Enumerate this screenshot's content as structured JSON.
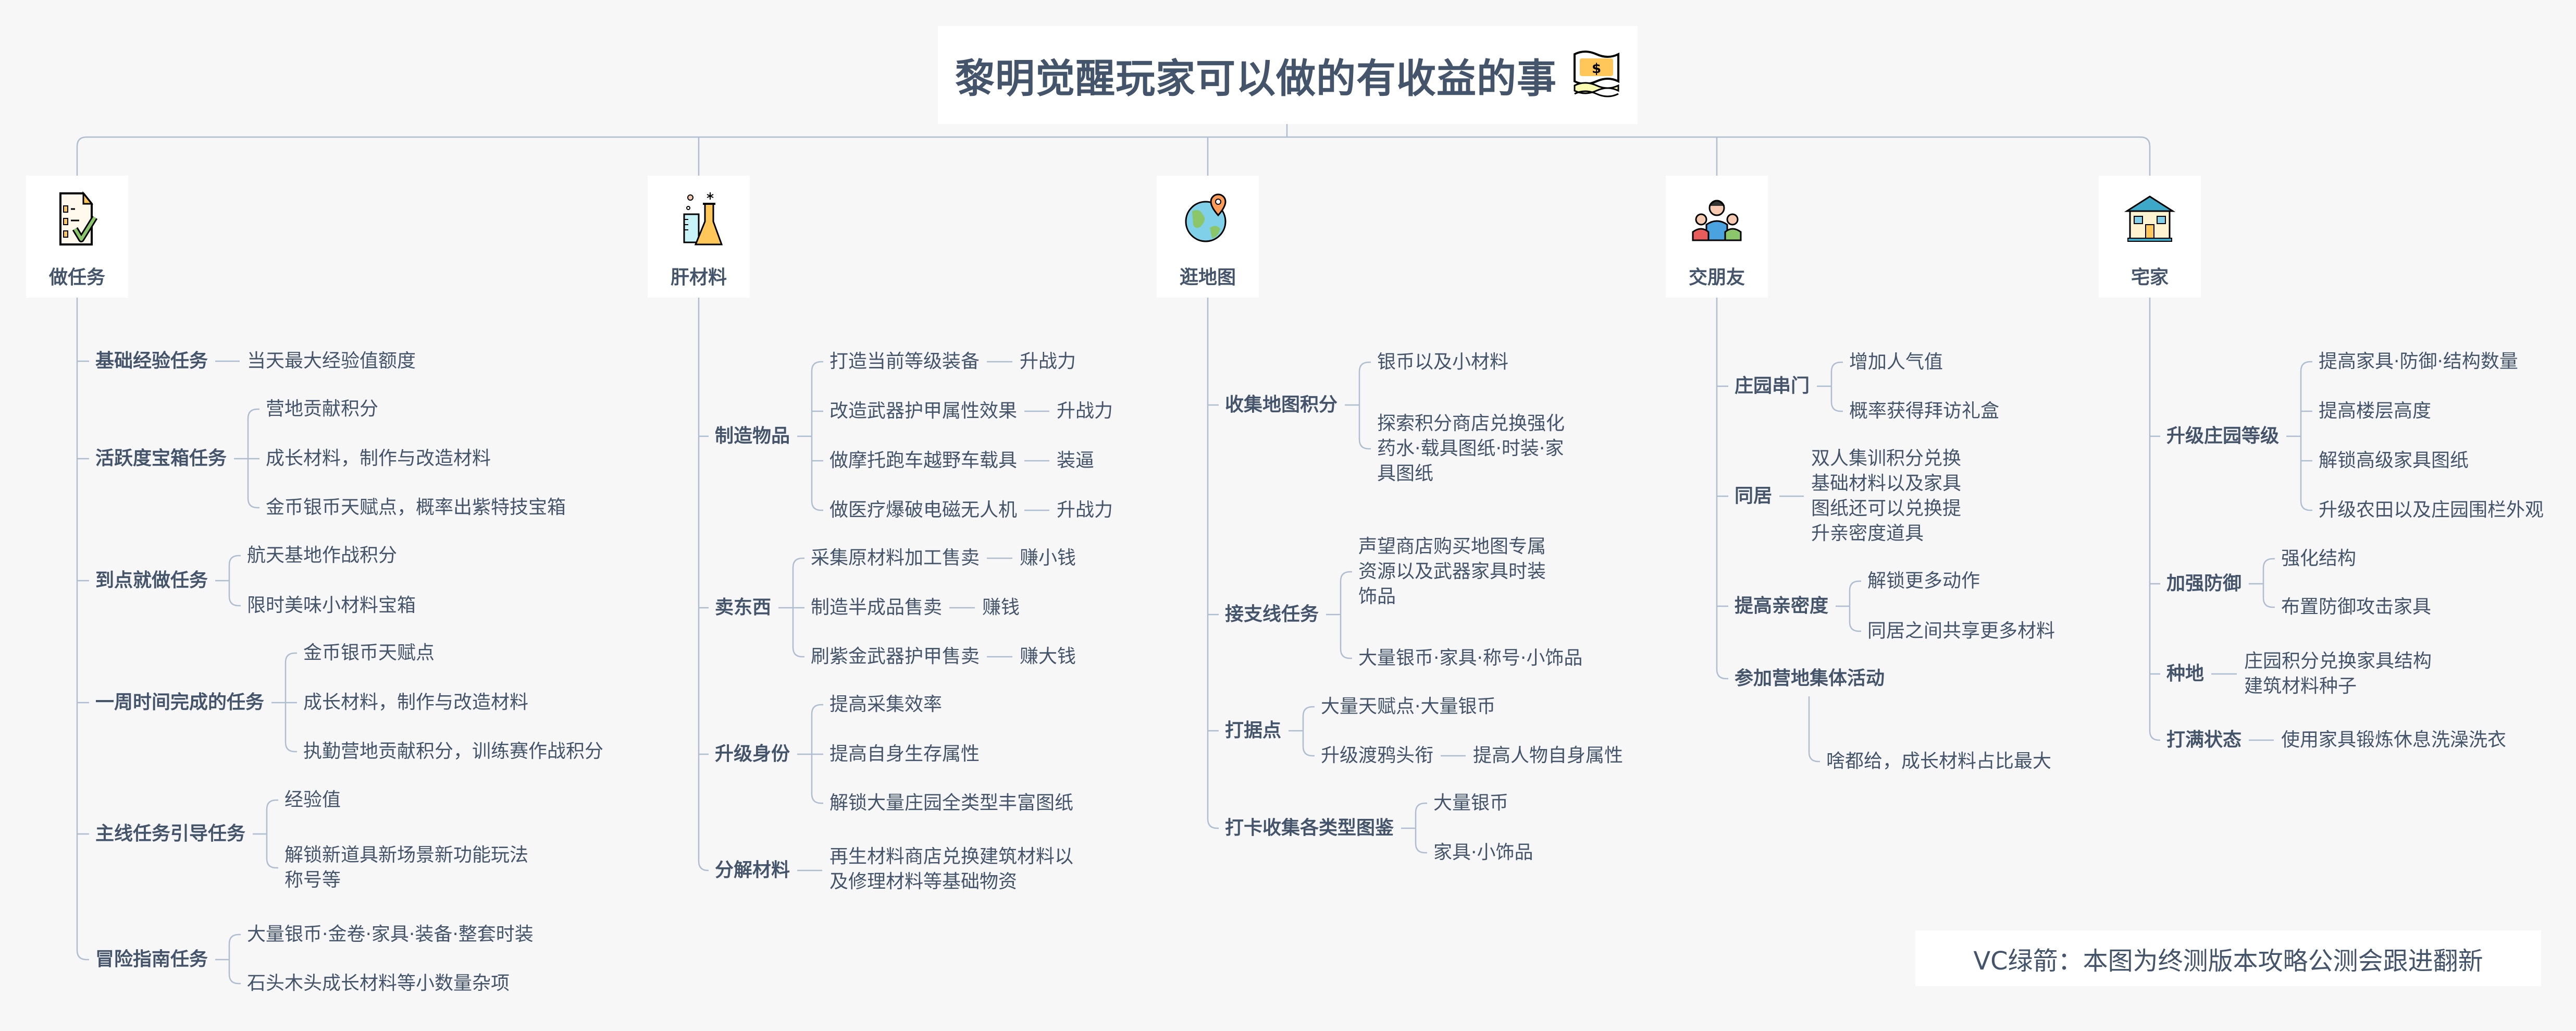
{
  "title": "黎明觉醒玩家可以做的有收益的事",
  "title_icon": "money-icon",
  "note": "VC绿箭：本图为终测版本攻略公测会跟进翻新",
  "colors": {
    "text": "#44546a",
    "line": "#aebdd0",
    "background": "#f7f7f7"
  },
  "categories": [
    {
      "label": "做任务",
      "icon": "checklist-icon",
      "children": [
        {
          "label": "基础经验任务",
          "children": [
            {
              "label": "当天最大经验值额度"
            }
          ]
        },
        {
          "label": "活跃度宝箱任务",
          "children": [
            {
              "label": "营地贡献积分"
            },
            {
              "label": "成长材料，制作与改造材料"
            },
            {
              "label": "金币银币天赋点，概率出紫特技宝箱"
            }
          ]
        },
        {
          "label": "到点就做任务",
          "children": [
            {
              "label": "航天基地作战积分"
            },
            {
              "label": "限时美味小材料宝箱"
            }
          ]
        },
        {
          "label": "一周时间完成的任务",
          "children": [
            {
              "label": "金币银币天赋点"
            },
            {
              "label": "成长材料，制作与改造材料"
            },
            {
              "label": "执勤营地贡献积分，训练赛作战积分"
            }
          ]
        },
        {
          "label": "主线任务引导任务",
          "children": [
            {
              "label": "经验值"
            },
            {
              "label": "解锁新道具新场景新功能玩法称号等"
            }
          ]
        },
        {
          "label": "冒险指南任务",
          "children": [
            {
              "label": "大量银币·金卷·家具·装备·整套时装"
            },
            {
              "label": "石头木头成长材料等小数量杂项"
            }
          ]
        }
      ]
    },
    {
      "label": "肝材料",
      "icon": "lab-flask-icon",
      "children": [
        {
          "label": "制造物品",
          "children": [
            {
              "label": "打造当前等级装备",
              "children": [
                {
                  "label": "升战力"
                }
              ]
            },
            {
              "label": "改造武器护甲属性效果",
              "children": [
                {
                  "label": "升战力"
                }
              ]
            },
            {
              "label": "做摩托跑车越野车载具",
              "children": [
                {
                  "label": "装逼"
                }
              ]
            },
            {
              "label": "做医疗爆破电磁无人机",
              "children": [
                {
                  "label": "升战力"
                }
              ]
            }
          ]
        },
        {
          "label": "卖东西",
          "children": [
            {
              "label": "采集原材料加工售卖",
              "children": [
                {
                  "label": "赚小钱"
                }
              ]
            },
            {
              "label": "制造半成品售卖",
              "children": [
                {
                  "label": "赚钱"
                }
              ]
            },
            {
              "label": "刷紫金武器护甲售卖",
              "children": [
                {
                  "label": "赚大钱"
                }
              ]
            }
          ]
        },
        {
          "label": "升级身份",
          "children": [
            {
              "label": "提高采集效率"
            },
            {
              "label": "提高自身生存属性"
            },
            {
              "label": "解锁大量庄园全类型丰富图纸"
            }
          ]
        },
        {
          "label": "分解材料",
          "children": [
            {
              "label": "再生材料商店兑换建筑材料以及修理材料等基础物资"
            }
          ]
        }
      ]
    },
    {
      "label": "逛地图",
      "icon": "globe-pin-icon",
      "children": [
        {
          "label": "收集地图积分",
          "children": [
            {
              "label": "银币以及小材料"
            },
            {
              "label": "探索积分商店兑换强化药水·载具图纸·时装·家具图纸"
            }
          ]
        },
        {
          "label": "接支线任务",
          "children": [
            {
              "label": "声望商店购买地图专属资源以及武器家具时装饰品"
            },
            {
              "label": "大量银币·家具·称号·小饰品"
            }
          ]
        },
        {
          "label": "打据点",
          "children": [
            {
              "label": "大量天赋点·大量银币"
            },
            {
              "label": "升级渡鸦头衔",
              "children": [
                {
                  "label": "提高人物自身属性"
                }
              ]
            }
          ]
        },
        {
          "label": "打卡收集各类型图鉴",
          "children": [
            {
              "label": "大量银币"
            },
            {
              "label": "家具·小饰品"
            }
          ]
        }
      ]
    },
    {
      "label": "交朋友",
      "icon": "people-icon",
      "children": [
        {
          "label": "庄园串门",
          "children": [
            {
              "label": "增加人气值"
            },
            {
              "label": "概率获得拜访礼盒"
            }
          ]
        },
        {
          "label": "同居",
          "children": [
            {
              "label": "双人集训积分兑换基础材料以及家具图纸还可以兑换提升亲密度道具"
            }
          ]
        },
        {
          "label": "提高亲密度",
          "children": [
            {
              "label": "解锁更多动作"
            },
            {
              "label": "同居之间共享更多材料"
            }
          ]
        },
        {
          "label": "参加营地集体活动",
          "children": [
            {
              "label": "啥都给，成长材料占比最大"
            }
          ]
        }
      ]
    },
    {
      "label": "宅家",
      "icon": "house-icon",
      "children": [
        {
          "label": "升级庄园等级",
          "children": [
            {
              "label": "提高家具·防御·结构数量"
            },
            {
              "label": "提高楼层高度"
            },
            {
              "label": "解锁高级家具图纸"
            },
            {
              "label": "升级农田以及庄园围栏外观"
            }
          ]
        },
        {
          "label": "加强防御",
          "children": [
            {
              "label": "强化结构"
            },
            {
              "label": "布置防御攻击家具"
            }
          ]
        },
        {
          "label": "种地",
          "children": [
            {
              "label": "庄园积分兑换家具结构建筑材料种子"
            }
          ]
        },
        {
          "label": "打满状态",
          "children": [
            {
              "label": "使用家具锻炼休息洗澡洗衣"
            }
          ]
        }
      ]
    }
  ]
}
